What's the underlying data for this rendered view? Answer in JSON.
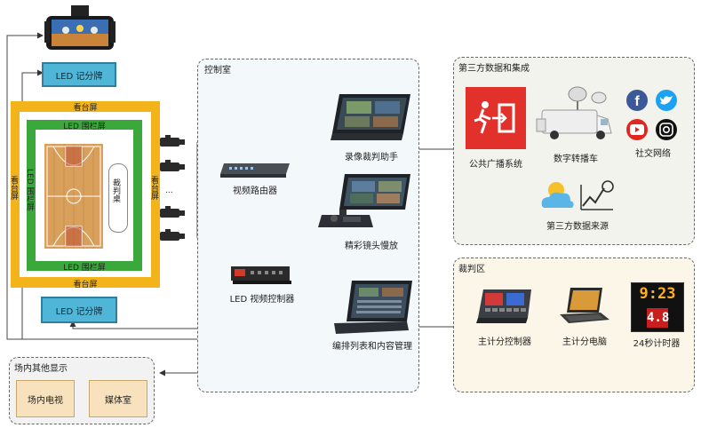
{
  "left_area": {
    "led_scoreboard_top": "LED 记分牌",
    "led_scoreboard_bottom": "LED 记分牌",
    "stand_top": "看台屏",
    "stand_bottom": "看台屏",
    "stand_left": "看台屏",
    "stand_right": "看台屏",
    "fence_top": "LED 围栏屏",
    "fence_bottom": "LED 围栏屏",
    "fence_left": "LED 围栏屏",
    "referee_table": "裁判桌",
    "camera_ellipsis": "..."
  },
  "control_room": {
    "title": "控制室",
    "video_router": "视频路由器",
    "replay_assistant": "录像裁判助手",
    "highlights": "精彩镜头慢放",
    "led_video_controller": "LED 视频控制器",
    "playlist_management": "编排列表和内容管理"
  },
  "third_party": {
    "title": "第三方数据和集成",
    "public_broadcast": "公共广播系统",
    "satellite_truck": "数字转播车",
    "social_network": "社交网络",
    "data_source": "第三方数据来源"
  },
  "referee_area": {
    "title": "裁判区",
    "score_controller": "主计分控制器",
    "score_computer": "主计分电脑",
    "shot_clock_label": "24秒计时器",
    "shot_clock_time": "9:23",
    "shot_clock_seconds": "4.8"
  },
  "other_displays": {
    "title": "场内其他显示",
    "venue_tv": "场内电视",
    "media_room": "媒体室"
  },
  "colors": {
    "stand_yellow": "#f3b41b",
    "fence_green": "#3aa83a",
    "led_blue": "#4fb6d8",
    "control_bg": "#f3f8fb",
    "third_party_bg": "#f1f3ec",
    "referee_bg": "#fbf6e8",
    "other_bg": "#f2f2f2",
    "exit_red": "#e2312b"
  }
}
